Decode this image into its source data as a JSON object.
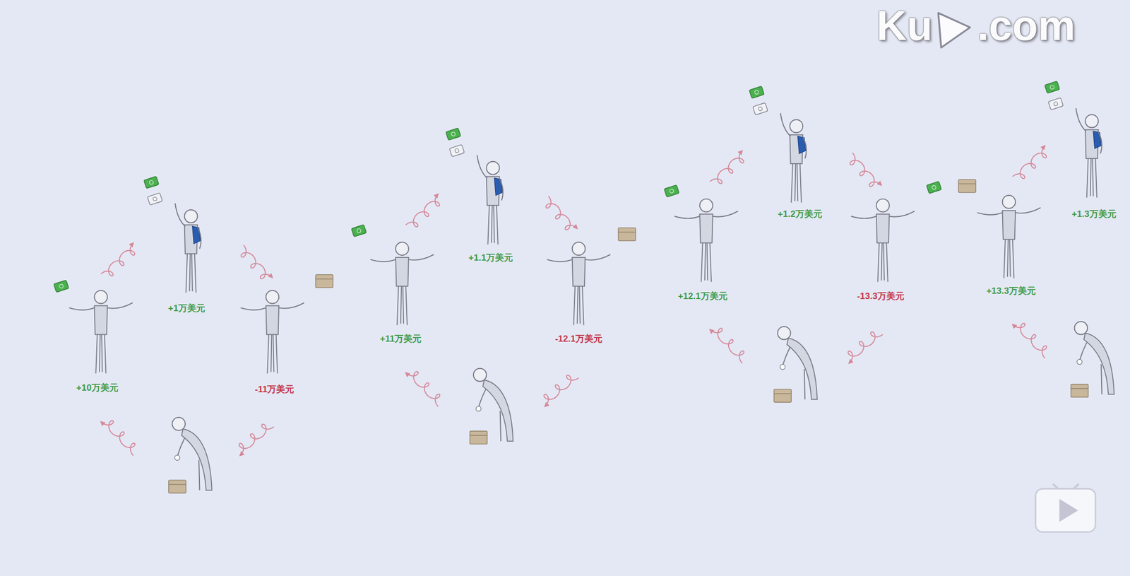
{
  "diagram": {
    "labels": [
      "Ku",
      ".com",
      "+10万美元",
      "+1万美元",
      "-11万美元",
      "+11万美元",
      "+1.1万美元",
      "-12.1万美元",
      "+12.1万美元",
      "+1.2万美元",
      "-13.3万美元",
      "+13.3万美元",
      "+1.3万美元"
    ]
  }
}
